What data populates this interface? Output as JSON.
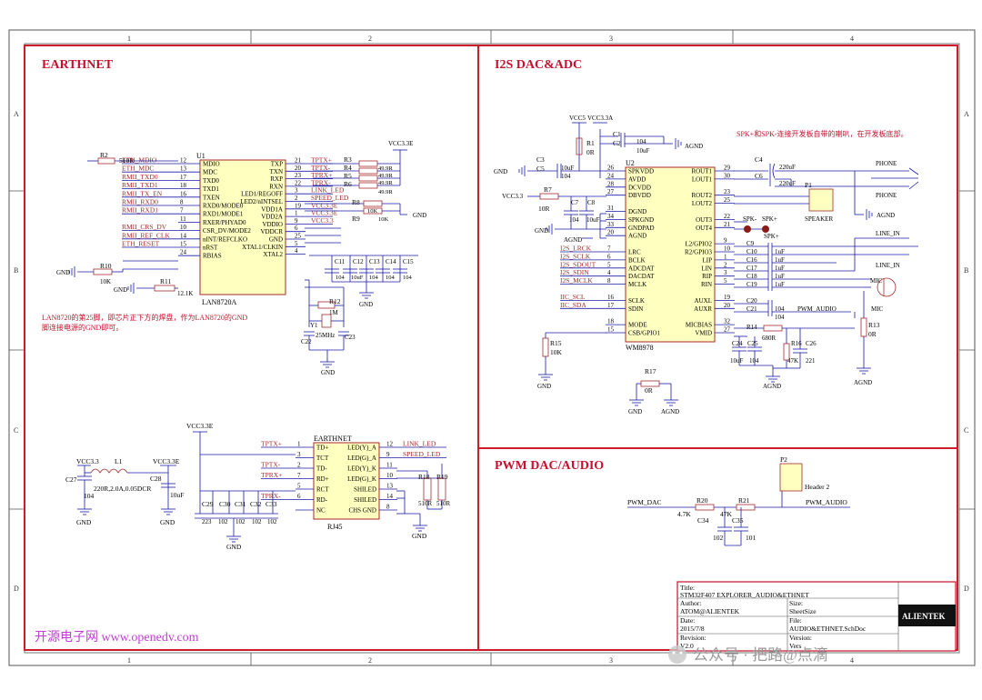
{
  "border": {
    "columns": [
      "1",
      "2",
      "3",
      "4"
    ],
    "rows": [
      "A",
      "B",
      "C",
      "D"
    ]
  },
  "sections": {
    "ethernet": "EARTHNET",
    "i2s": "I2S DAC&ADC",
    "pwm": "PWM DAC/AUDIO"
  },
  "u1": {
    "ref": "U1",
    "part": "LAN8720A",
    "left_pins": [
      {
        "num": "12",
        "name": "MDIO",
        "net": "ETH_MDIO"
      },
      {
        "num": "13",
        "name": "MDC",
        "net": "ETH_MDC"
      },
      {
        "num": "17",
        "name": "TXD0",
        "net": "RMII_TXD0"
      },
      {
        "num": "18",
        "name": "TXD1",
        "net": "RMII_TXD1"
      },
      {
        "num": "16",
        "name": "TXEN",
        "net": "RMII_TX_EN"
      },
      {
        "num": "8",
        "name": "RXD0/MODE0",
        "net": "RMII_RXD0"
      },
      {
        "num": "7",
        "name": "RXD1/MODE1",
        "net": "RMII_RXD1"
      },
      {
        "num": "11",
        "name": "RXER/PHYAD0",
        "net": ""
      },
      {
        "num": "10",
        "name": "CSR_DV/MODE2",
        "net": "RMII_CRS_DV"
      },
      {
        "num": "14",
        "name": "nINT/REFCLKO",
        "net": "RMII_REF_CLK"
      },
      {
        "num": "15",
        "name": "nRST",
        "net": "ETH_RESET"
      },
      {
        "num": "24",
        "name": "RBIAS",
        "net": ""
      }
    ],
    "right_pins": [
      {
        "num": "21",
        "name": "TXP",
        "net": "TPTX+"
      },
      {
        "num": "20",
        "name": "TXN",
        "net": "TPTX-"
      },
      {
        "num": "23",
        "name": "RXP",
        "net": "TPRX+"
      },
      {
        "num": "22",
        "name": "RXN",
        "net": "TPRX-"
      },
      {
        "num": "3",
        "name": "LED1/REGOFF",
        "net": "LINK_LED"
      },
      {
        "num": "2",
        "name": "LED2/nINTSEL",
        "net": "SPEED_LED"
      },
      {
        "num": "19",
        "name": "VDD1A",
        "net": "VCC3.3E"
      },
      {
        "num": "1",
        "name": "VDD2A",
        "net": "VCC3.3E"
      },
      {
        "num": "9",
        "name": "VDDIO",
        "net": "VCC3.3"
      },
      {
        "num": "6",
        "name": "VDDCR",
        "net": ""
      },
      {
        "num": "25",
        "name": "GND",
        "net": ""
      },
      {
        "num": "5",
        "name": "XTAL1/CLKIN",
        "net": ""
      },
      {
        "num": "4",
        "name": "XTAL2",
        "net": ""
      }
    ]
  },
  "eth_parts": {
    "r2": "R2",
    "r2v": "510R",
    "r3": "R3",
    "r4": "R4",
    "r5": "R5",
    "r6": "R6",
    "r49": "49.9R",
    "r8": "R8",
    "r9": "R9",
    "r10k": "10K",
    "r10": "R10",
    "r11": "R11",
    "r11v": "12.1K",
    "r12": "R12",
    "r12v": "1M",
    "y1": "Y1",
    "y1v": "25MHz",
    "c22": "C22",
    "c23": "C23",
    "c11": "C11",
    "c12": "C12",
    "c13": "C13",
    "c14": "C14",
    "c15": "C15",
    "c104": "104",
    "c10uf": "10uF",
    "vcc33e": "VCC3.3E",
    "vcc33": "VCC3.3",
    "gnd": "GND"
  },
  "note_lan": [
    "LAN8720的第25脚，即芯片正下方的焊盘，作为LAN8720的GND",
    "脚连接电源的GND即可。"
  ],
  "power_filter": {
    "vcc33": "VCC3.3",
    "vcc33e": "VCC3.3E",
    "l1": "L1",
    "l1v": "220R,2.0A,0.05DCR",
    "c27": "C27",
    "c27v": "104",
    "c28": "C28",
    "c28v": "10uF",
    "gnd": "GND"
  },
  "rj45": {
    "ref": "EARTHNET",
    "part": "RJ45",
    "left_pins": [
      {
        "num": "1",
        "name": "TD+",
        "net": "TPTX+"
      },
      {
        "num": "3",
        "name": "TCT",
        "net": ""
      },
      {
        "num": "2",
        "name": "TD-",
        "net": "TPTX-"
      },
      {
        "num": "7",
        "name": "RD+",
        "net": "TPRX+"
      },
      {
        "num": "5",
        "name": "RCT",
        "net": ""
      },
      {
        "num": "6",
        "name": "RD-",
        "net": "TPRX-"
      },
      {
        "num": "",
        "name": "NC",
        "net": ""
      }
    ],
    "right_pins": [
      {
        "num": "12",
        "name": "LED(Y)_A",
        "net": "LINK_LED"
      },
      {
        "num": "9",
        "name": "LED(G)_A",
        "net": "SPEED_LED"
      },
      {
        "num": "11",
        "name": "LED(Y)_K",
        "net": ""
      },
      {
        "num": "10",
        "name": "LED(G)_K",
        "net": ""
      },
      {
        "num": "13",
        "name": "SHILED",
        "net": ""
      },
      {
        "num": "14",
        "name": "SHILED",
        "net": ""
      },
      {
        "num": "8",
        "name": "CHS GND",
        "net": ""
      }
    ],
    "caps": [
      "C29",
      "C30",
      "C31",
      "C32",
      "C33"
    ],
    "cap_vals": [
      "223",
      "102",
      "102",
      "102",
      "102"
    ],
    "r18": "R18",
    "r19": "R19",
    "rv": "510R",
    "vcc": "VCC3.3E",
    "gnd": "GND"
  },
  "u2": {
    "ref": "U2",
    "part": "WM8978",
    "left_pins": [
      {
        "num": "26",
        "name": "SPKVDD",
        "net": ""
      },
      {
        "num": "24",
        "name": "AVDD",
        "net": ""
      },
      {
        "num": "28",
        "name": "DCVDD",
        "net": ""
      },
      {
        "num": "27",
        "name": "DBVDD",
        "net": ""
      },
      {
        "num": "",
        "name": "",
        "net": ""
      },
      {
        "num": "31",
        "name": "DGND",
        "net": ""
      },
      {
        "num": "34",
        "name": "SPKGND",
        "net": ""
      },
      {
        "num": "33",
        "name": "GNDPAD",
        "net": ""
      },
      {
        "num": "20",
        "name": "AGND",
        "net": ""
      },
      {
        "num": "",
        "name": "",
        "net": ""
      },
      {
        "num": "7",
        "name": "LRC",
        "net": "I2S_LRCK"
      },
      {
        "num": "6",
        "name": "BCLK",
        "net": "I2S_SCLK"
      },
      {
        "num": "5",
        "name": "ADCDAT",
        "net": "I2S_SDOUT"
      },
      {
        "num": "4",
        "name": "DACDAT",
        "net": "I2S_SDIN"
      },
      {
        "num": "8",
        "name": "MCLK",
        "net": "I2S_MCLK"
      },
      {
        "num": "",
        "name": "",
        "net": ""
      },
      {
        "num": "16",
        "name": "SCLK",
        "net": "IIC_SCL"
      },
      {
        "num": "17",
        "name": "SDIN",
        "net": "IIC_SDA"
      },
      {
        "num": "",
        "name": "",
        "net": ""
      },
      {
        "num": "18",
        "name": "MODE",
        "net": ""
      },
      {
        "num": "15",
        "name": "CSB/GPIO1",
        "net": ""
      }
    ],
    "right_pins": [
      {
        "num": "29",
        "name": "ROUT1",
        "net": ""
      },
      {
        "num": "30",
        "name": "LOUT1",
        "net": ""
      },
      {
        "num": "",
        "name": "",
        "net": ""
      },
      {
        "num": "23",
        "name": "ROUT2",
        "net": ""
      },
      {
        "num": "25",
        "name": "LOUT2",
        "net": ""
      },
      {
        "num": "",
        "name": "",
        "net": ""
      },
      {
        "num": "22",
        "name": "OUT3",
        "net": ""
      },
      {
        "num": "21",
        "name": "OUT4",
        "net": ""
      },
      {
        "num": "",
        "name": "",
        "net": ""
      },
      {
        "num": "9",
        "name": "L2/GPIO2",
        "net": ""
      },
      {
        "num": "10",
        "name": "R2/GPIO3",
        "net": ""
      },
      {
        "num": "1",
        "name": "LIP",
        "net": ""
      },
      {
        "num": "2",
        "name": "LIN",
        "net": ""
      },
      {
        "num": "3",
        "name": "RIP",
        "net": ""
      },
      {
        "num": "5",
        "name": "RIN",
        "net": ""
      },
      {
        "num": "",
        "name": "",
        "net": ""
      },
      {
        "num": "19",
        "name": "AUXL",
        "net": ""
      },
      {
        "num": "20",
        "name": "AUXR",
        "net": ""
      },
      {
        "num": "",
        "name": "",
        "net": ""
      },
      {
        "num": "32",
        "name": "MICBIAS",
        "net": ""
      },
      {
        "num": "27",
        "name": "VMID",
        "net": ""
      }
    ]
  },
  "dac_parts": {
    "vcc5": "VCC5",
    "vcc33a": "VCC3.3A",
    "vcc33": "VCC3.3",
    "r1": "R1",
    "r1v": "0R",
    "c1": "C1",
    "c2": "C2",
    "c2v": "104",
    "c2v2": "10uF",
    "agnd": "AGND",
    "gnd": "GND",
    "c3": "C3",
    "c5": "C5",
    "c5v": "104",
    "c5v2": "10uF",
    "r7": "R7",
    "r7v": "10R",
    "c7": "C7",
    "c8": "C8",
    "c7v": "104",
    "c8v": "10uF",
    "c4": "C4",
    "c6": "C6",
    "c46v": "220uF",
    "phone": "PHONE",
    "p1": "P1",
    "speaker": "SPEAKER",
    "spkm": "SPK-",
    "spkp": "SPK+",
    "c9": "C9",
    "c10": "C10",
    "c16": "C16",
    "c17": "C17",
    "c18": "C18",
    "c19": "C19",
    "c1uf": "1uF",
    "line_in": "LINE_IN",
    "mic": "MIC",
    "c20": "C20",
    "c21": "C21",
    "c104": "104",
    "pwm_audio": "PWM_AUDIO",
    "r14": "R14",
    "r14v": "680R",
    "r16": "R16",
    "r16v": "47K",
    "c26": "C26",
    "c26v": "221",
    "c24": "C24",
    "c25": "C25",
    "r13": "R13",
    "r13v": "0R",
    "r15": "R15",
    "r15v": "10K",
    "r17": "R17",
    "r17v": "0R"
  },
  "note_spk": "SPK+和SPK-连接开发板自带的喇叭，在开发板底部。",
  "pwm": {
    "net_in": "PWM_DAC",
    "net_out": "PWM_AUDIO",
    "r20": "R20",
    "r20v": "4.7K",
    "r21": "R21",
    "r21v": "47K",
    "c34": "C34",
    "c34v": "102",
    "c35": "C35",
    "c35v": "101",
    "p2": "P2",
    "header": "Header 2"
  },
  "title_block": {
    "title_label": "Title:",
    "title": "STM32F407 EXPLORER_AUDIO&ETHNET",
    "author_label": "Author:",
    "author": "ATOM@ALIENTEK",
    "size_label": "Size:",
    "size": "SheetSize",
    "date_label": "Date:",
    "date": "2015/7/8",
    "file_label": "File:",
    "file": "AUDIO&ETHNET.SchDoc",
    "revision_label": "Revision:",
    "revision": "V2.0",
    "version_label": "Version:",
    "version": "Vers",
    "logo": "ALIENTEK"
  },
  "watermark": {
    "site": "开源电子网   www.openedv.com",
    "wechat": "公众号 · 把路@点滴"
  }
}
